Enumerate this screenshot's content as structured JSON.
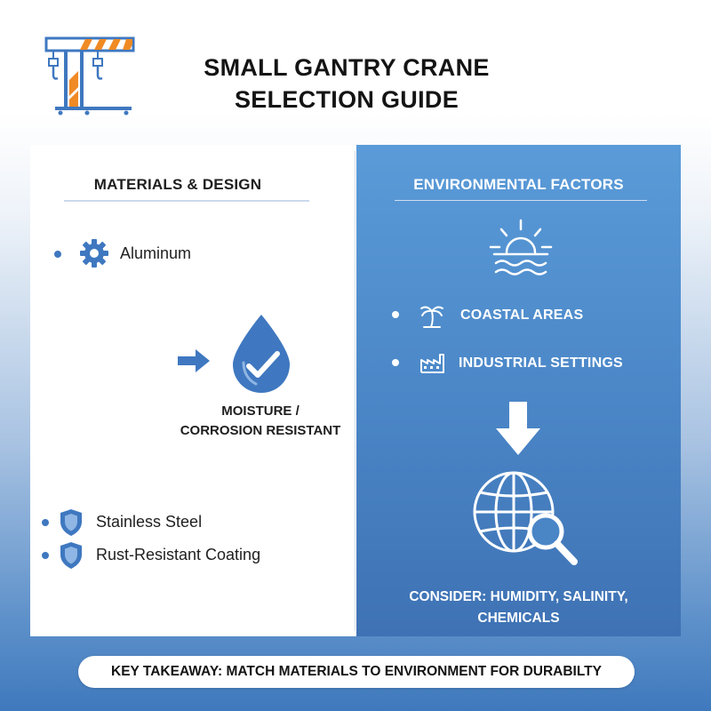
{
  "title": {
    "line1": "SMALL GANTRY CRANE",
    "line2": "SELECTION GUIDE"
  },
  "left": {
    "heading": "MATERIALS & DESIGN",
    "item_aluminum": "Aluminum",
    "moisture_line1": "MOISTURE /",
    "moisture_line2": "CORROSION RESISTANT",
    "item_stainless": "Stainless Steel",
    "item_coating": "Rust-Resistant Coating"
  },
  "right": {
    "heading": "ENVIRONMENTAL FACTORS",
    "item_coastal": "COASTAL AREAS",
    "item_industrial": "INDUSTRIAL SETTINGS",
    "consider_line1": "CONSIDER: HUMIDITY, SALINITY,",
    "consider_line2": "CHEMICALS"
  },
  "takeaway": "KEY TAKEAWAY: MATCH MATERIALS TO ENVIRONMENT FOR DURABILTY",
  "icons": {
    "logo": "gantry-crane-icon",
    "gear": "gear-icon",
    "arrow": "arrow-right-icon",
    "drop": "water-drop-check-icon",
    "shield": "shield-icon",
    "sun": "sun-over-water-icon",
    "palm": "palm-tree-icon",
    "factory": "factory-icon",
    "arrow_down": "arrow-down-icon",
    "globe": "globe-search-icon"
  },
  "colors": {
    "accent_blue": "#3f78c0",
    "panel_blue": "#4a85c6",
    "hazard_orange": "#f08a24"
  }
}
